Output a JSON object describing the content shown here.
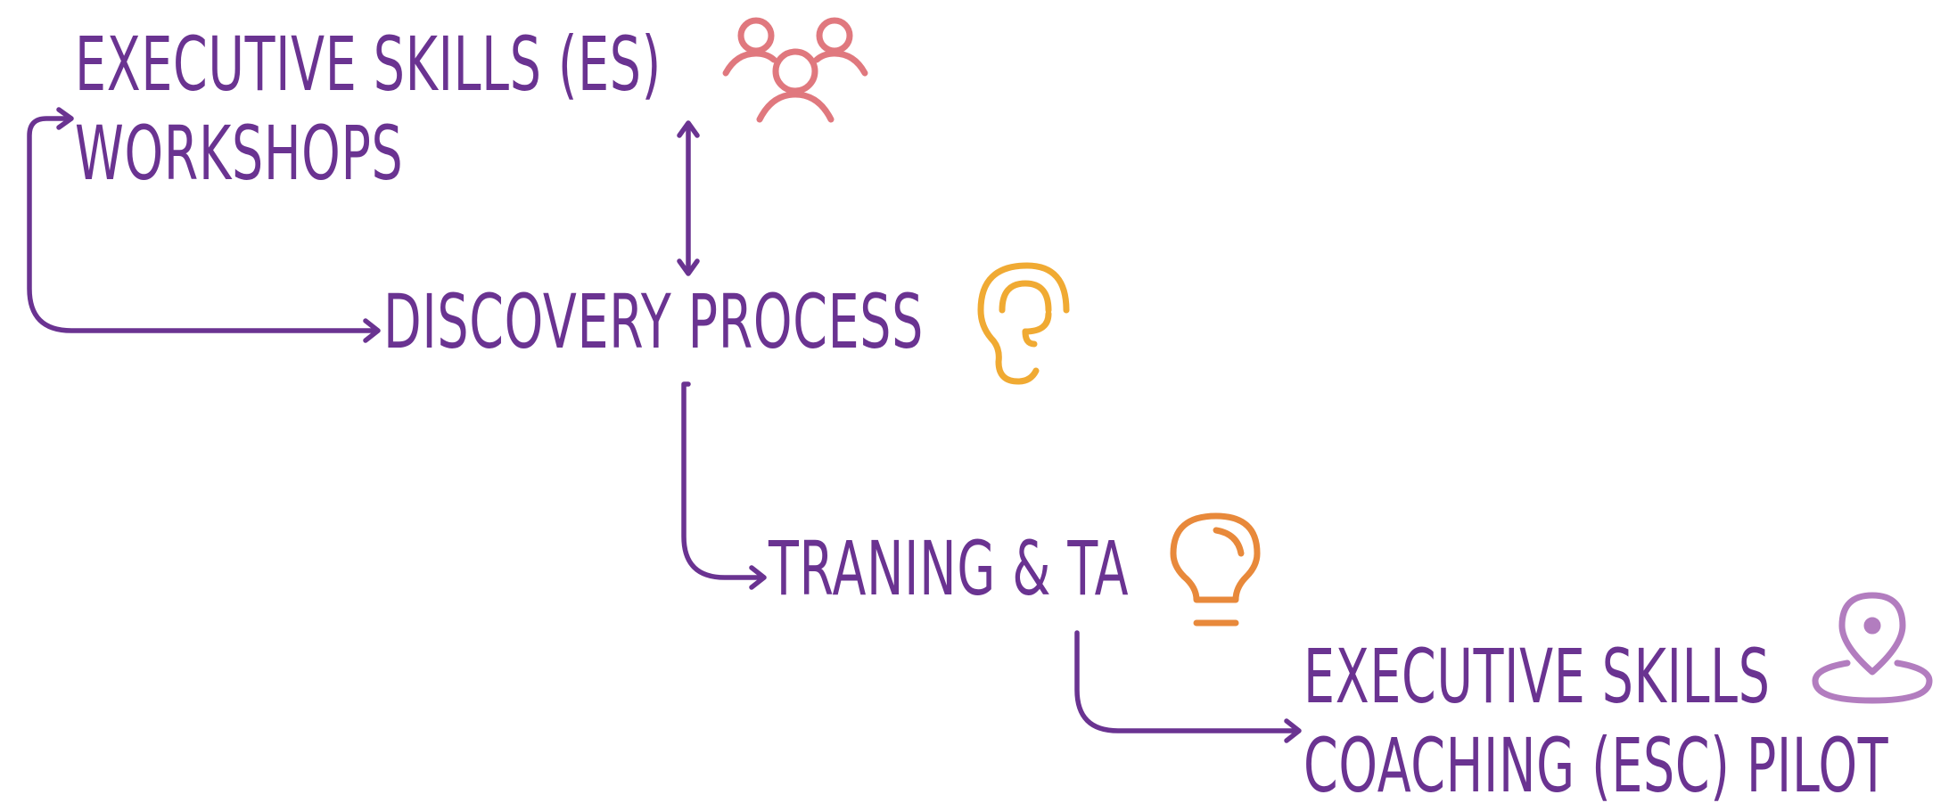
{
  "diagram": {
    "steps": [
      {
        "id": "workshops",
        "line1": "EXECUTIVE SKILLS (ES)",
        "line2": "WORKSHOPS",
        "icon": "people-group-icon",
        "icon_color": "#e0787e"
      },
      {
        "id": "discovery",
        "line1": "DISCOVERY PROCESS",
        "icon": "ear-icon",
        "icon_color": "#f0aa33"
      },
      {
        "id": "training",
        "line1": "TRANING & TA",
        "icon": "lightbulb-icon",
        "icon_color": "#e8893b"
      },
      {
        "id": "coaching",
        "line1": "EXECUTIVE SKILLS",
        "line2": "COACHING (ESC) PILOT",
        "icon": "location-pin-icon",
        "icon_color": "#b27dbf"
      }
    ],
    "text_color": "#6a3391",
    "connector_color": "#6a3391"
  }
}
